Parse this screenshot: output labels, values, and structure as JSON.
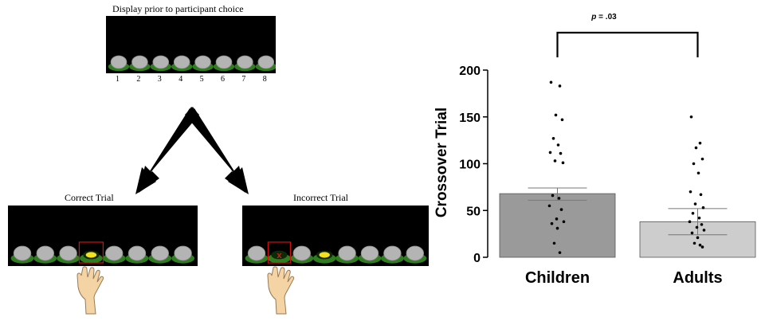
{
  "left": {
    "top_caption": "Display prior to participant choice",
    "location_numbers": [
      "1",
      "2",
      "3",
      "4",
      "5",
      "6",
      "7",
      "8"
    ],
    "correct_caption": "Correct Trial",
    "incorrect_caption": "Incorrect Trial",
    "incorrect_mark": "x",
    "colors": {
      "panel": "#000000",
      "rock": "#b4b4b4",
      "grass": "#2f7d1f",
      "highlight": "#d01010",
      "gem": "#f2e11c",
      "hand": "#f4d3a4"
    }
  },
  "chart_data": {
    "type": "bar",
    "categories": [
      "Children",
      "Adults"
    ],
    "values": [
      68,
      38
    ],
    "error_bars": [
      [
        61,
        74
      ],
      [
        24,
        52
      ]
    ],
    "ylabel": "Crossover Trial",
    "ylim": [
      0,
      200
    ],
    "yticks": [
      "0",
      "50",
      "100",
      "150",
      "200"
    ],
    "significance_label_italic": "p",
    "significance_label_rest": " = .03",
    "bar_colors": [
      "#9a9a9a",
      "#cdcdcd"
    ],
    "grid": false,
    "points": [
      {
        "group": "Children",
        "y": [
          187,
          183,
          152,
          147,
          127,
          120,
          112,
          111,
          103,
          101,
          66,
          63,
          55,
          51,
          41,
          38,
          36,
          31,
          15,
          5
        ]
      },
      {
        "group": "Adults",
        "y": [
          150,
          122,
          117,
          105,
          100,
          90,
          70,
          67,
          57,
          53,
          47,
          42,
          38,
          35,
          32,
          29,
          26,
          21,
          15,
          13,
          11
        ]
      }
    ]
  }
}
